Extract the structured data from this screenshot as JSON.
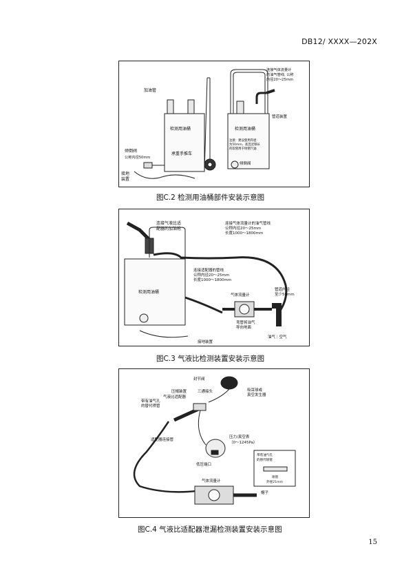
{
  "header": {
    "doc_code": "DB12/ XXXX—202X"
  },
  "figures": [
    {
      "caption": "图C.2  检测用油桶部件安装示意图",
      "labels": {
        "filler_pipe": "加油管",
        "tank": "检测用油桶",
        "cart": "承重手推车",
        "tip_valve": "倾倒阀",
        "tip_valve_dn": "公称内径50mm",
        "grounding_a": "接地",
        "grounding_b": "装置",
        "gas_meter_line_1": "连接气体流量计",
        "gas_meter_line_2": "的油气管线, 公称",
        "gas_meter_line_3": "内径20～25mm",
        "pipe_device": "管道装置",
        "tank_right": "检测用油桶",
        "note_1": "注意：建议使用内径",
        "note_2": "为50mm、高且足够长",
        "note_3": "的软管用于倾倒汽油",
        "tip_valve_right": "倾倒阀"
      }
    },
    {
      "caption": "图C.3   气液比检测装置安装示意图",
      "labels": {
        "nozzle_1": "连接气液比适",
        "nozzle_2": "配器的加油枪",
        "meter_line_1": "连接气体流量计的油气管线",
        "meter_line_2": "公称内径20～25mm",
        "meter_line_3": "长度1000～1800mm",
        "adapter_line_1": "连接适配器的管线",
        "adapter_line_2": "公称内径20～25mm",
        "adapter_line_3": "长度1000～1800mm",
        "tank": "检测用油桶",
        "gas_meter": "气体流量计",
        "pipe_dn_1": "管道内径",
        "pipe_dn_2": "至少50mm",
        "elbow_1": "弯管将油气",
        "elbow_2": "导向地面",
        "vapor_air": "油气｜空气",
        "grounding": "接地装置"
      }
    },
    {
      "caption": "图C.4   气液比适配器泄漏检测装置安装示意图",
      "labels": {
        "shutoff_valve": "封节阀",
        "pressure_device": "压帽装置",
        "three_way": "三通接头",
        "adapter": "气液比适配器",
        "nozzle_1": "带有油气孔",
        "nozzle_2": "的替代喷管",
        "bulb_1": "吸耳球或",
        "bulb_2": "真空发生器",
        "adapter_tube": "适配器连接管",
        "gauge_1": "压力/真空表",
        "gauge_2": "（0～1245Pa）",
        "low_port": "低压端口",
        "inset_1": "带有油气孔",
        "inset_2": "的替代喷管",
        "inset_3": "喷管",
        "inset_4": "外径21mm",
        "gas_meter": "气体流量计",
        "cap": "帽子"
      }
    }
  ],
  "page_number": "15"
}
